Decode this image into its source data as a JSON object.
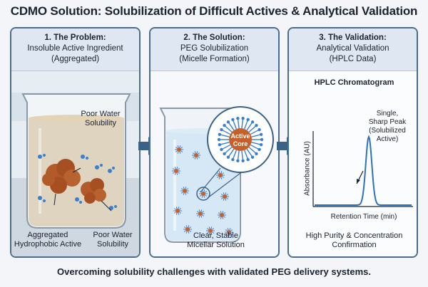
{
  "title": "CDMO Solution: Solubilization of Difficult Actives & Analytical Validation",
  "footer": "Overcoming solubility challenges with validated PEG delivery systems.",
  "panels": [
    {
      "head": [
        "1. The Problem:",
        "Insoluble Active Ingredient",
        "(Aggregated)"
      ],
      "labels": {
        "poor_top": [
          "Poor Water",
          "Solubility"
        ],
        "aggregated": [
          "Aggregated",
          "Hydrophobic Active"
        ],
        "poor_bottom": [
          "Poor Water",
          "Solubility"
        ]
      }
    },
    {
      "head": [
        "2. The Solution:",
        "PEG Solubilization",
        "(Micelle Formation)"
      ],
      "labels": {
        "core": [
          "Active",
          "Core"
        ],
        "caption": [
          "Clear, Stable",
          "Micellar Solution"
        ]
      }
    },
    {
      "head": [
        "3. The Validation:",
        "Analytical Validation",
        "(HPLC Data)"
      ],
      "labels": {
        "chart_title": "HPLC Chromatogram",
        "peak_note": [
          "Single,",
          "Sharp Peak",
          "(Solubilized",
          "Active)"
        ],
        "caption": [
          "High Purity & Concentration",
          "Confirmation"
        ]
      }
    }
  ],
  "chart_data": {
    "type": "line",
    "title": "HPLC Chromatogram",
    "xlabel": "Retention Time (min)",
    "ylabel": "Absorbance (AU)",
    "annotation": "Single, Sharp Peak (Solubilized Active)",
    "grid": false
  },
  "colors": {
    "panel_border": "#4a6c8f",
    "panel_header": "#dfe8f2",
    "arrow": "#3a6286",
    "aggregate": "#b35a2a",
    "micelle_core": "#c6602a",
    "peg_tail": "#3b7fd0",
    "peak_line": "#2f72b9"
  }
}
